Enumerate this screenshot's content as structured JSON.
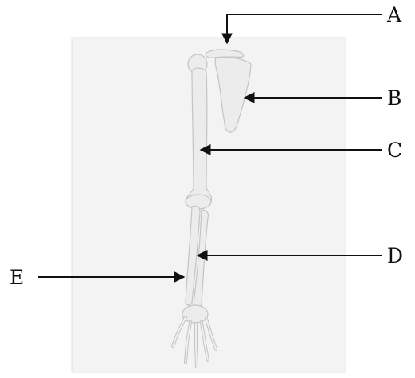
{
  "figure": {
    "subject": "human-arm-skeleton",
    "photo_background": "#f3f3f3",
    "bone_color": "#ececec",
    "bone_outline": "#c8c8c8",
    "arrow_color": "#111111"
  },
  "labels": [
    {
      "key": "A",
      "text": "A"
    },
    {
      "key": "B",
      "text": "B"
    },
    {
      "key": "C",
      "text": "C"
    },
    {
      "key": "D",
      "text": "D"
    },
    {
      "key": "E",
      "text": "E"
    }
  ]
}
